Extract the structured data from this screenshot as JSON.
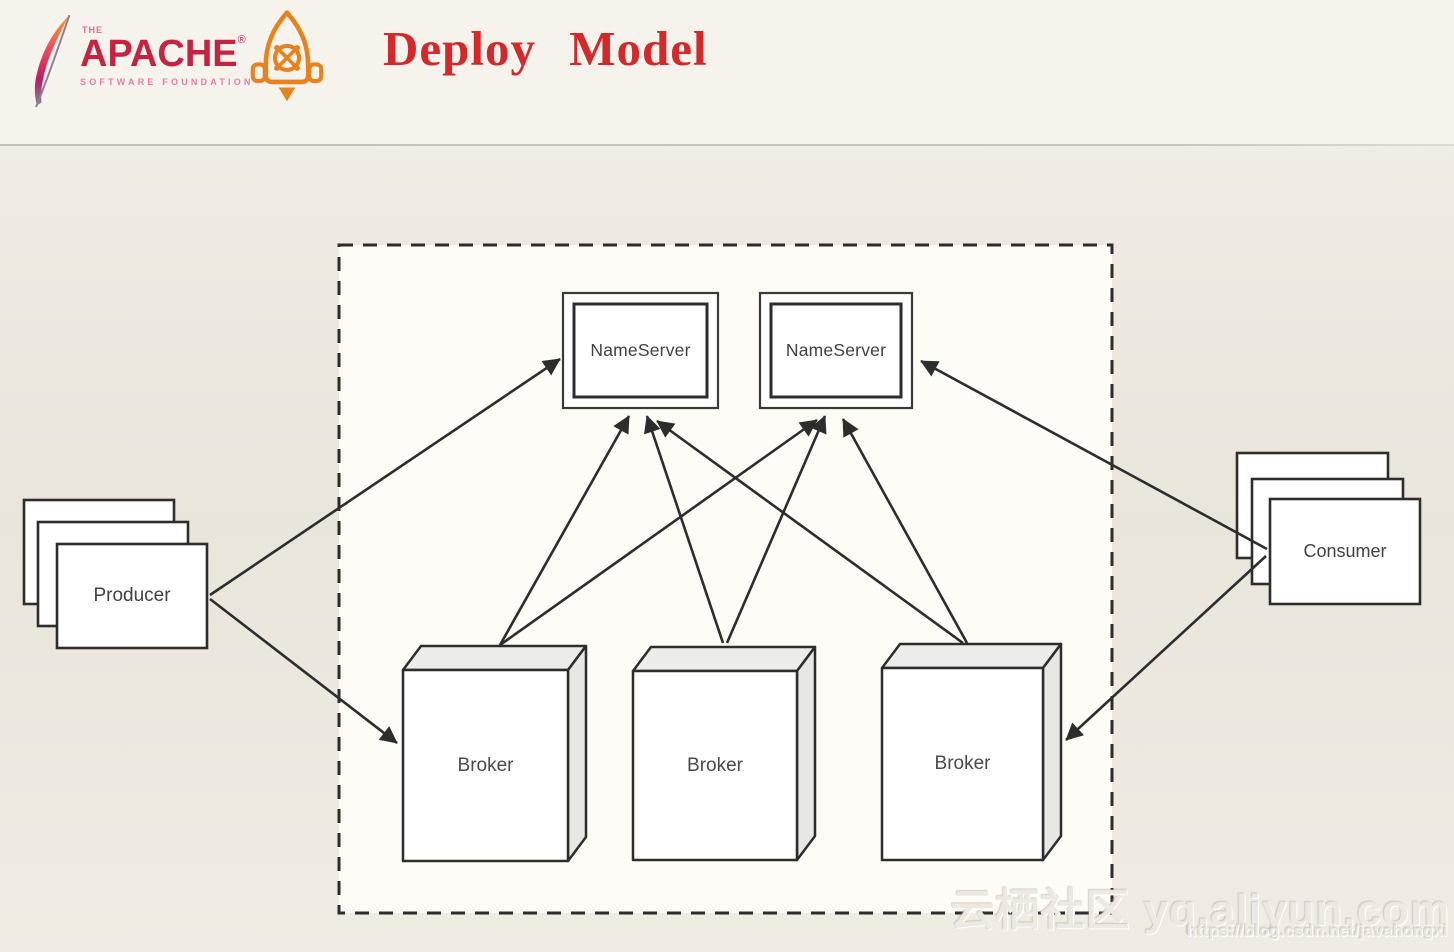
{
  "header": {
    "apache": {
      "the": "THE",
      "name": "APACHE",
      "registered": "®",
      "subtitle": "SOFTWARE FOUNDATION"
    },
    "title": "Deploy Model"
  },
  "icons": {
    "apache_logo": "apache-feather-logo",
    "rocket_logo": "rocketmq-rocket-icon"
  },
  "nodes": {
    "producer": "Producer",
    "consumer": "Consumer",
    "nameserver1": "NameServer",
    "nameserver2": "NameServer",
    "broker1": "Broker",
    "broker2": "Broker",
    "broker3": "Broker"
  },
  "edges": [
    {
      "from": "Producer",
      "to": "NameServer#1"
    },
    {
      "from": "Producer",
      "to": "Broker#1"
    },
    {
      "from": "Broker#1",
      "to": "NameServer#1"
    },
    {
      "from": "Broker#1",
      "to": "NameServer#2"
    },
    {
      "from": "Broker#2",
      "to": "NameServer#1"
    },
    {
      "from": "Broker#2",
      "to": "NameServer#2"
    },
    {
      "from": "Broker#3",
      "to": "NameServer#1"
    },
    {
      "from": "Broker#3",
      "to": "NameServer#2"
    },
    {
      "from": "Consumer",
      "to": "NameServer#2"
    },
    {
      "from": "Consumer",
      "to": "Broker#3"
    }
  ],
  "watermark": {
    "site": "云栖社区 yq.aliyun.com",
    "url": "https://blog.csdn.net/javahongxi"
  },
  "colors": {
    "title_red": "#d4282b",
    "apache_red": "#c62343",
    "apache_pink": "#e2839b",
    "rocket_orange": "#e8821e",
    "line_dark": "#2d2d2d",
    "bg_outer": "#eae5db",
    "bg_inner": "#fdfcf7",
    "box_face": "#ffffff",
    "box_side": "#e7e7e4"
  }
}
